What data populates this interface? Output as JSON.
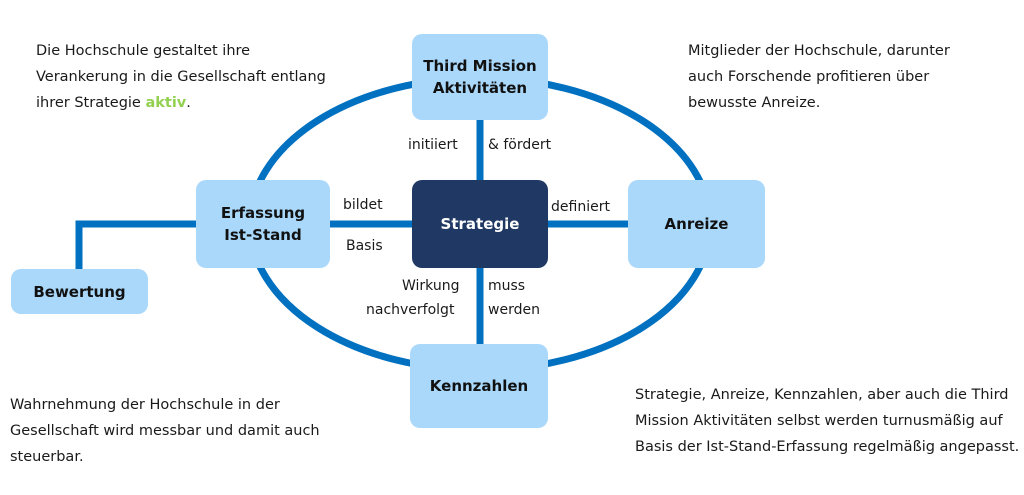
{
  "colors": {
    "line": "#0070c0",
    "box": "#a9d8fb",
    "center_box": "#203864",
    "highlight": "#92d050"
  },
  "boxes": {
    "third_mission": [
      "Third Mission",
      "Aktivitäten"
    ],
    "erfassung": [
      "Erfassung",
      "Ist-Stand"
    ],
    "strategie": "Strategie",
    "anreize": "Anreize",
    "kennzahlen": "Kennzahlen",
    "bewertung": "Bewertung"
  },
  "edge_labels": {
    "initiiert": "initiiert",
    "foerdert": "& fördert",
    "bildet": "bildet",
    "basis": "Basis",
    "definiert": "definiert",
    "wirkung": "Wirkung",
    "nachverfolgt": "nachverfolgt",
    "muss": "muss",
    "werden": "werden"
  },
  "notes": {
    "top_left": {
      "before": "Die Hochschule gestaltet ihre Verankerung in die Gesellschaft entlang ihrer Strategie ",
      "highlight": "aktiv",
      "after": "."
    },
    "top_right": "Mitglieder der Hochschule, darunter auch Forschende profitieren über bewusste Anreize.",
    "bottom_left": "Wahrnehmung der Hochschule in der Gesellschaft wird messbar und damit auch steuerbar.",
    "bottom_right": "Strategie, Anreize, Kennzahlen, aber auch die Third Mission Aktivitäten selbst werden turnusmäßig auf Basis der Ist-Stand-Erfassung regelmäßig  angepasst."
  }
}
